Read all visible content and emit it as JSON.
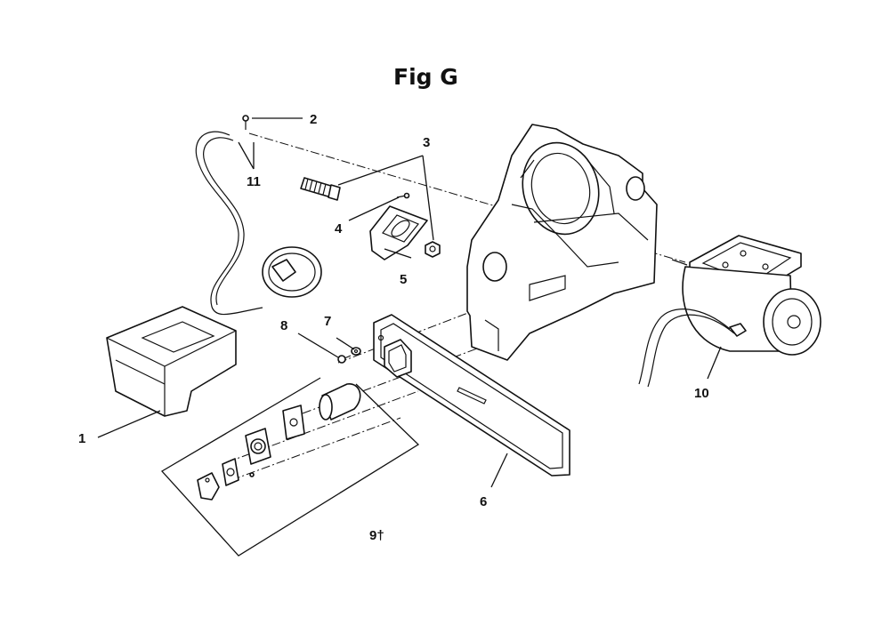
{
  "figure": {
    "title": "Fig G"
  },
  "callouts": [
    {
      "id": "1",
      "label": "1"
    },
    {
      "id": "2",
      "label": "2"
    },
    {
      "id": "3",
      "label": "3"
    },
    {
      "id": "4",
      "label": "4"
    },
    {
      "id": "5",
      "label": "5"
    },
    {
      "id": "6",
      "label": "6"
    },
    {
      "id": "7",
      "label": "7"
    },
    {
      "id": "8",
      "label": "8"
    },
    {
      "id": "9",
      "label": "9†"
    },
    {
      "id": "10",
      "label": "10"
    },
    {
      "id": "11",
      "label": "11"
    }
  ]
}
